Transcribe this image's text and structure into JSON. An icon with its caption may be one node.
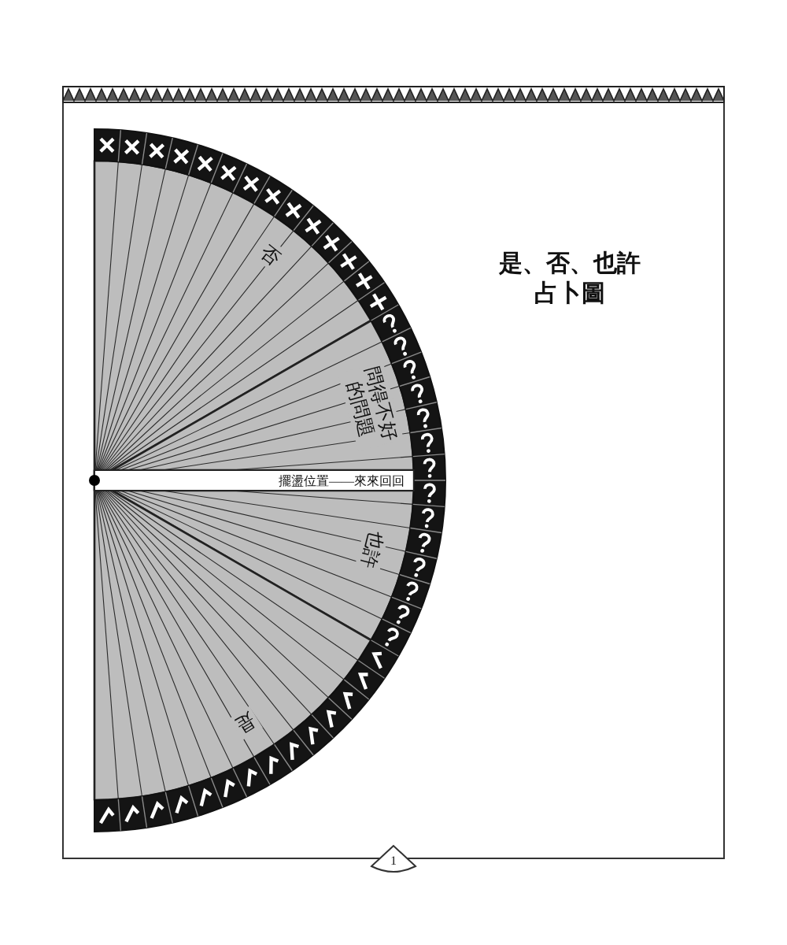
{
  "diagram": {
    "title": "是、否、也許占卜圖",
    "nodes": [
      {
        "text": [
          "否"
        ]
      },
      {
        "text": [
          "問得不好的問題"
        ]
      },
      {
        "text": [
          "擺盪位置——來來回回"
        ]
      },
      {
        "text": [
          "也許"
        ]
      },
      {
        "text": [
          "是"
        ]
      },
      {
        "text": [
          "1"
        ]
      }
    ]
  }
}
